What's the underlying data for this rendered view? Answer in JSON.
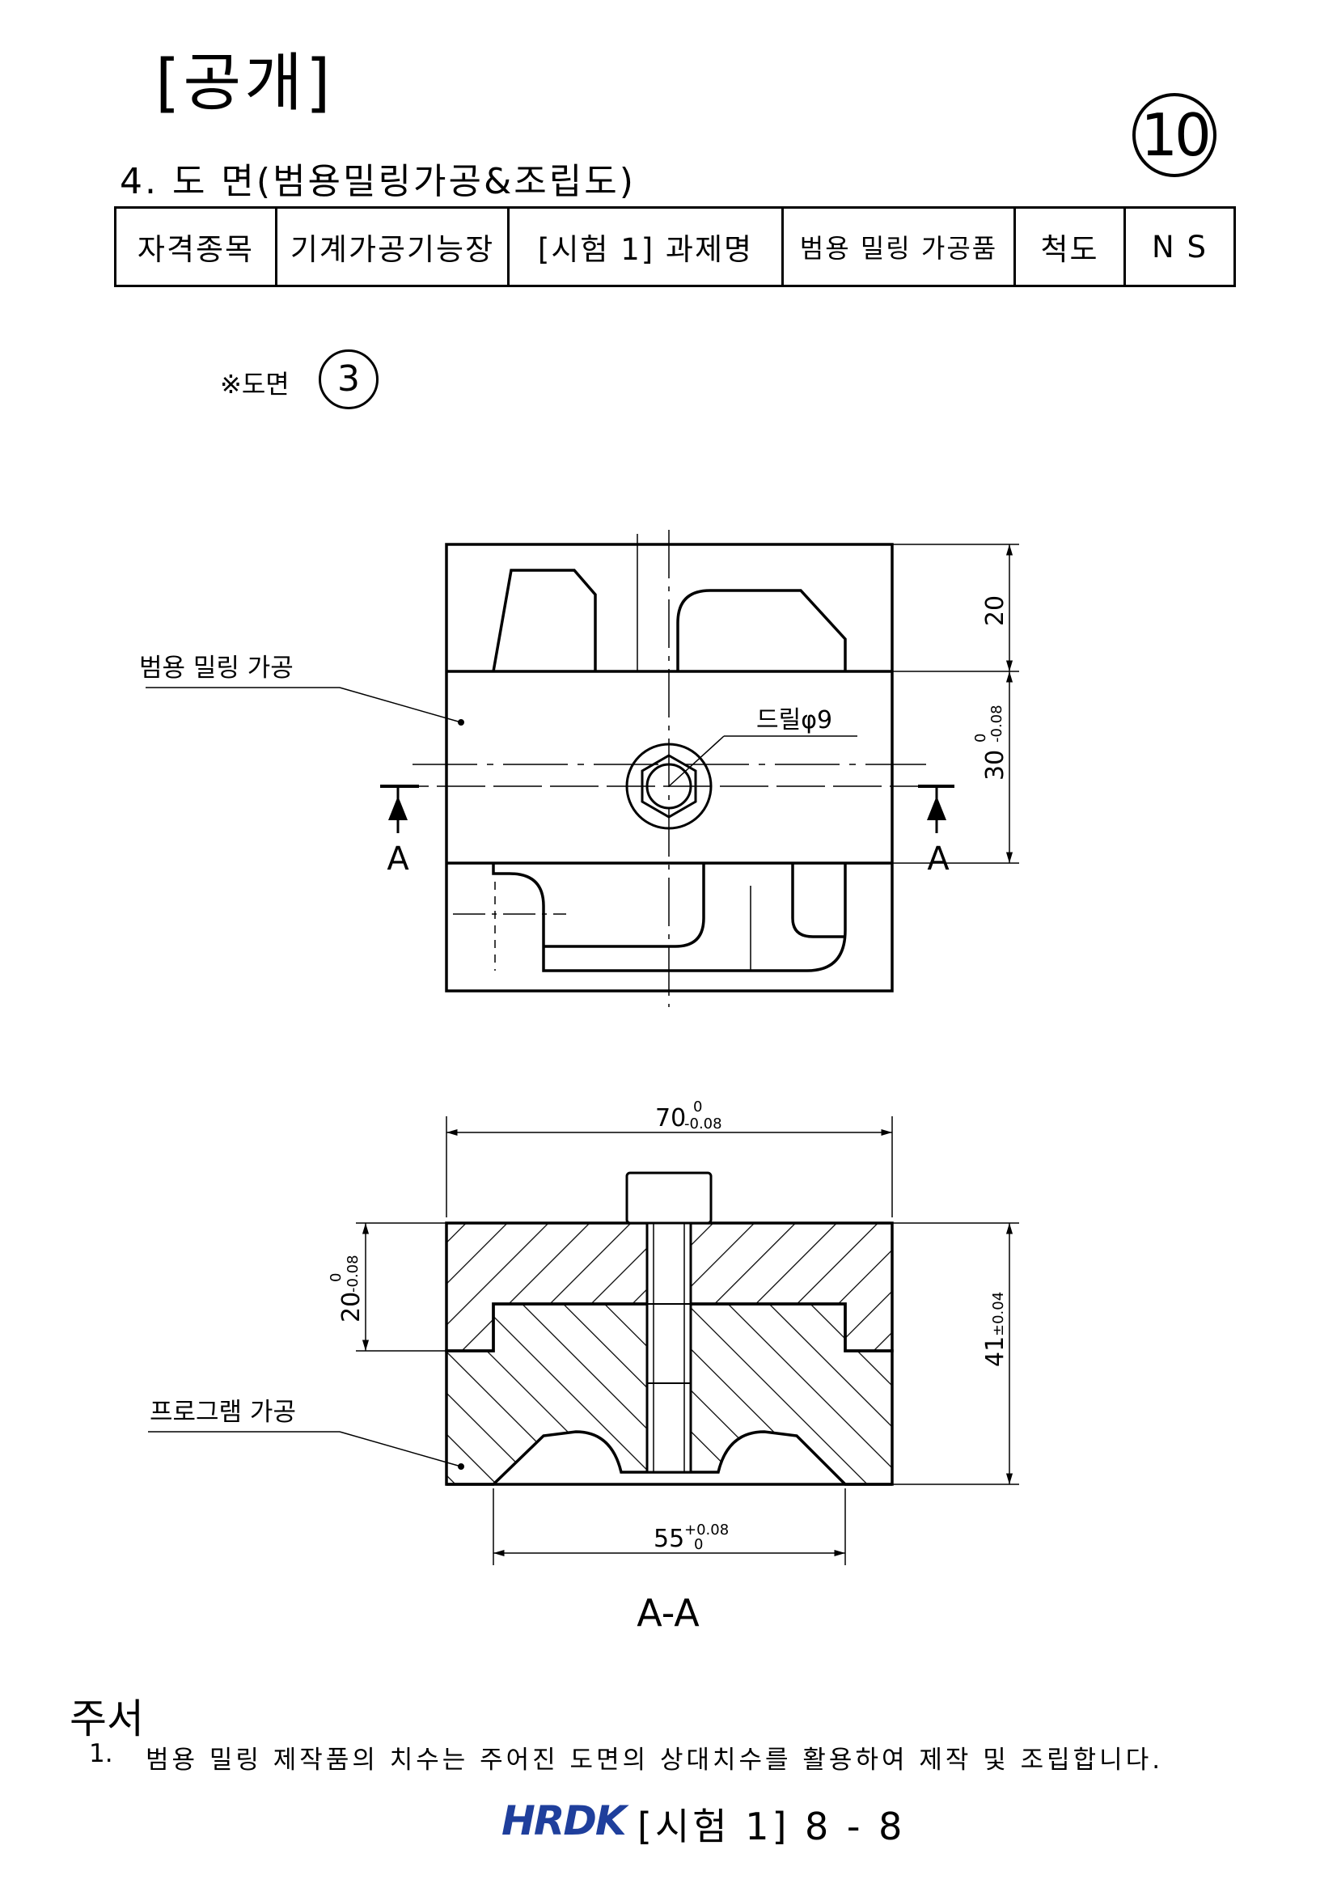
{
  "header": {
    "tag": "[공개]",
    "page_number": "10"
  },
  "section_title": "4. 도 면(범용밀링가공&조립도)",
  "info_table": {
    "label_certification": "자격종목",
    "certification": "기계가공기능장",
    "label_task": "[시험 1] 과제명",
    "task": "범용 밀링 가공품",
    "label_scale": "척도",
    "scale": "N S"
  },
  "drawing_ref": {
    "mark": "※도면",
    "number": "3"
  },
  "top_view": {
    "callout_milling": "범용 밀링 가공",
    "callout_drill": "드릴φ9",
    "dim_top_height": "20",
    "dim_mid_height": "30",
    "dim_mid_tol_upper": "0",
    "dim_mid_tol_lower": "-0.08",
    "section_marker_left": "A",
    "section_marker_right": "A"
  },
  "section_view": {
    "dim_width": "70",
    "dim_width_tol_upper": "0",
    "dim_width_tol_lower": "-0.08",
    "dim_top_depth": "20",
    "dim_top_depth_tol_upper": "0",
    "dim_top_depth_tol_lower": "-0.08",
    "dim_total_height": "41",
    "dim_total_height_tol": "±0.04",
    "dim_inner_width": "55",
    "dim_inner_width_tol_upper": "+0.08",
    "dim_inner_width_tol_lower": "0",
    "callout_program": "프로그램 가공",
    "view_label": "A-A"
  },
  "notes": {
    "heading": "주서",
    "items": [
      {
        "num": "1.",
        "text": "범용 밀링 제작품의 치수는 주어진 도면의 상대치수를 활용하여 제작 및 조립합니다."
      }
    ]
  },
  "footer": {
    "logo": "HRDK",
    "text": "[시험 1] 8 - 8"
  }
}
